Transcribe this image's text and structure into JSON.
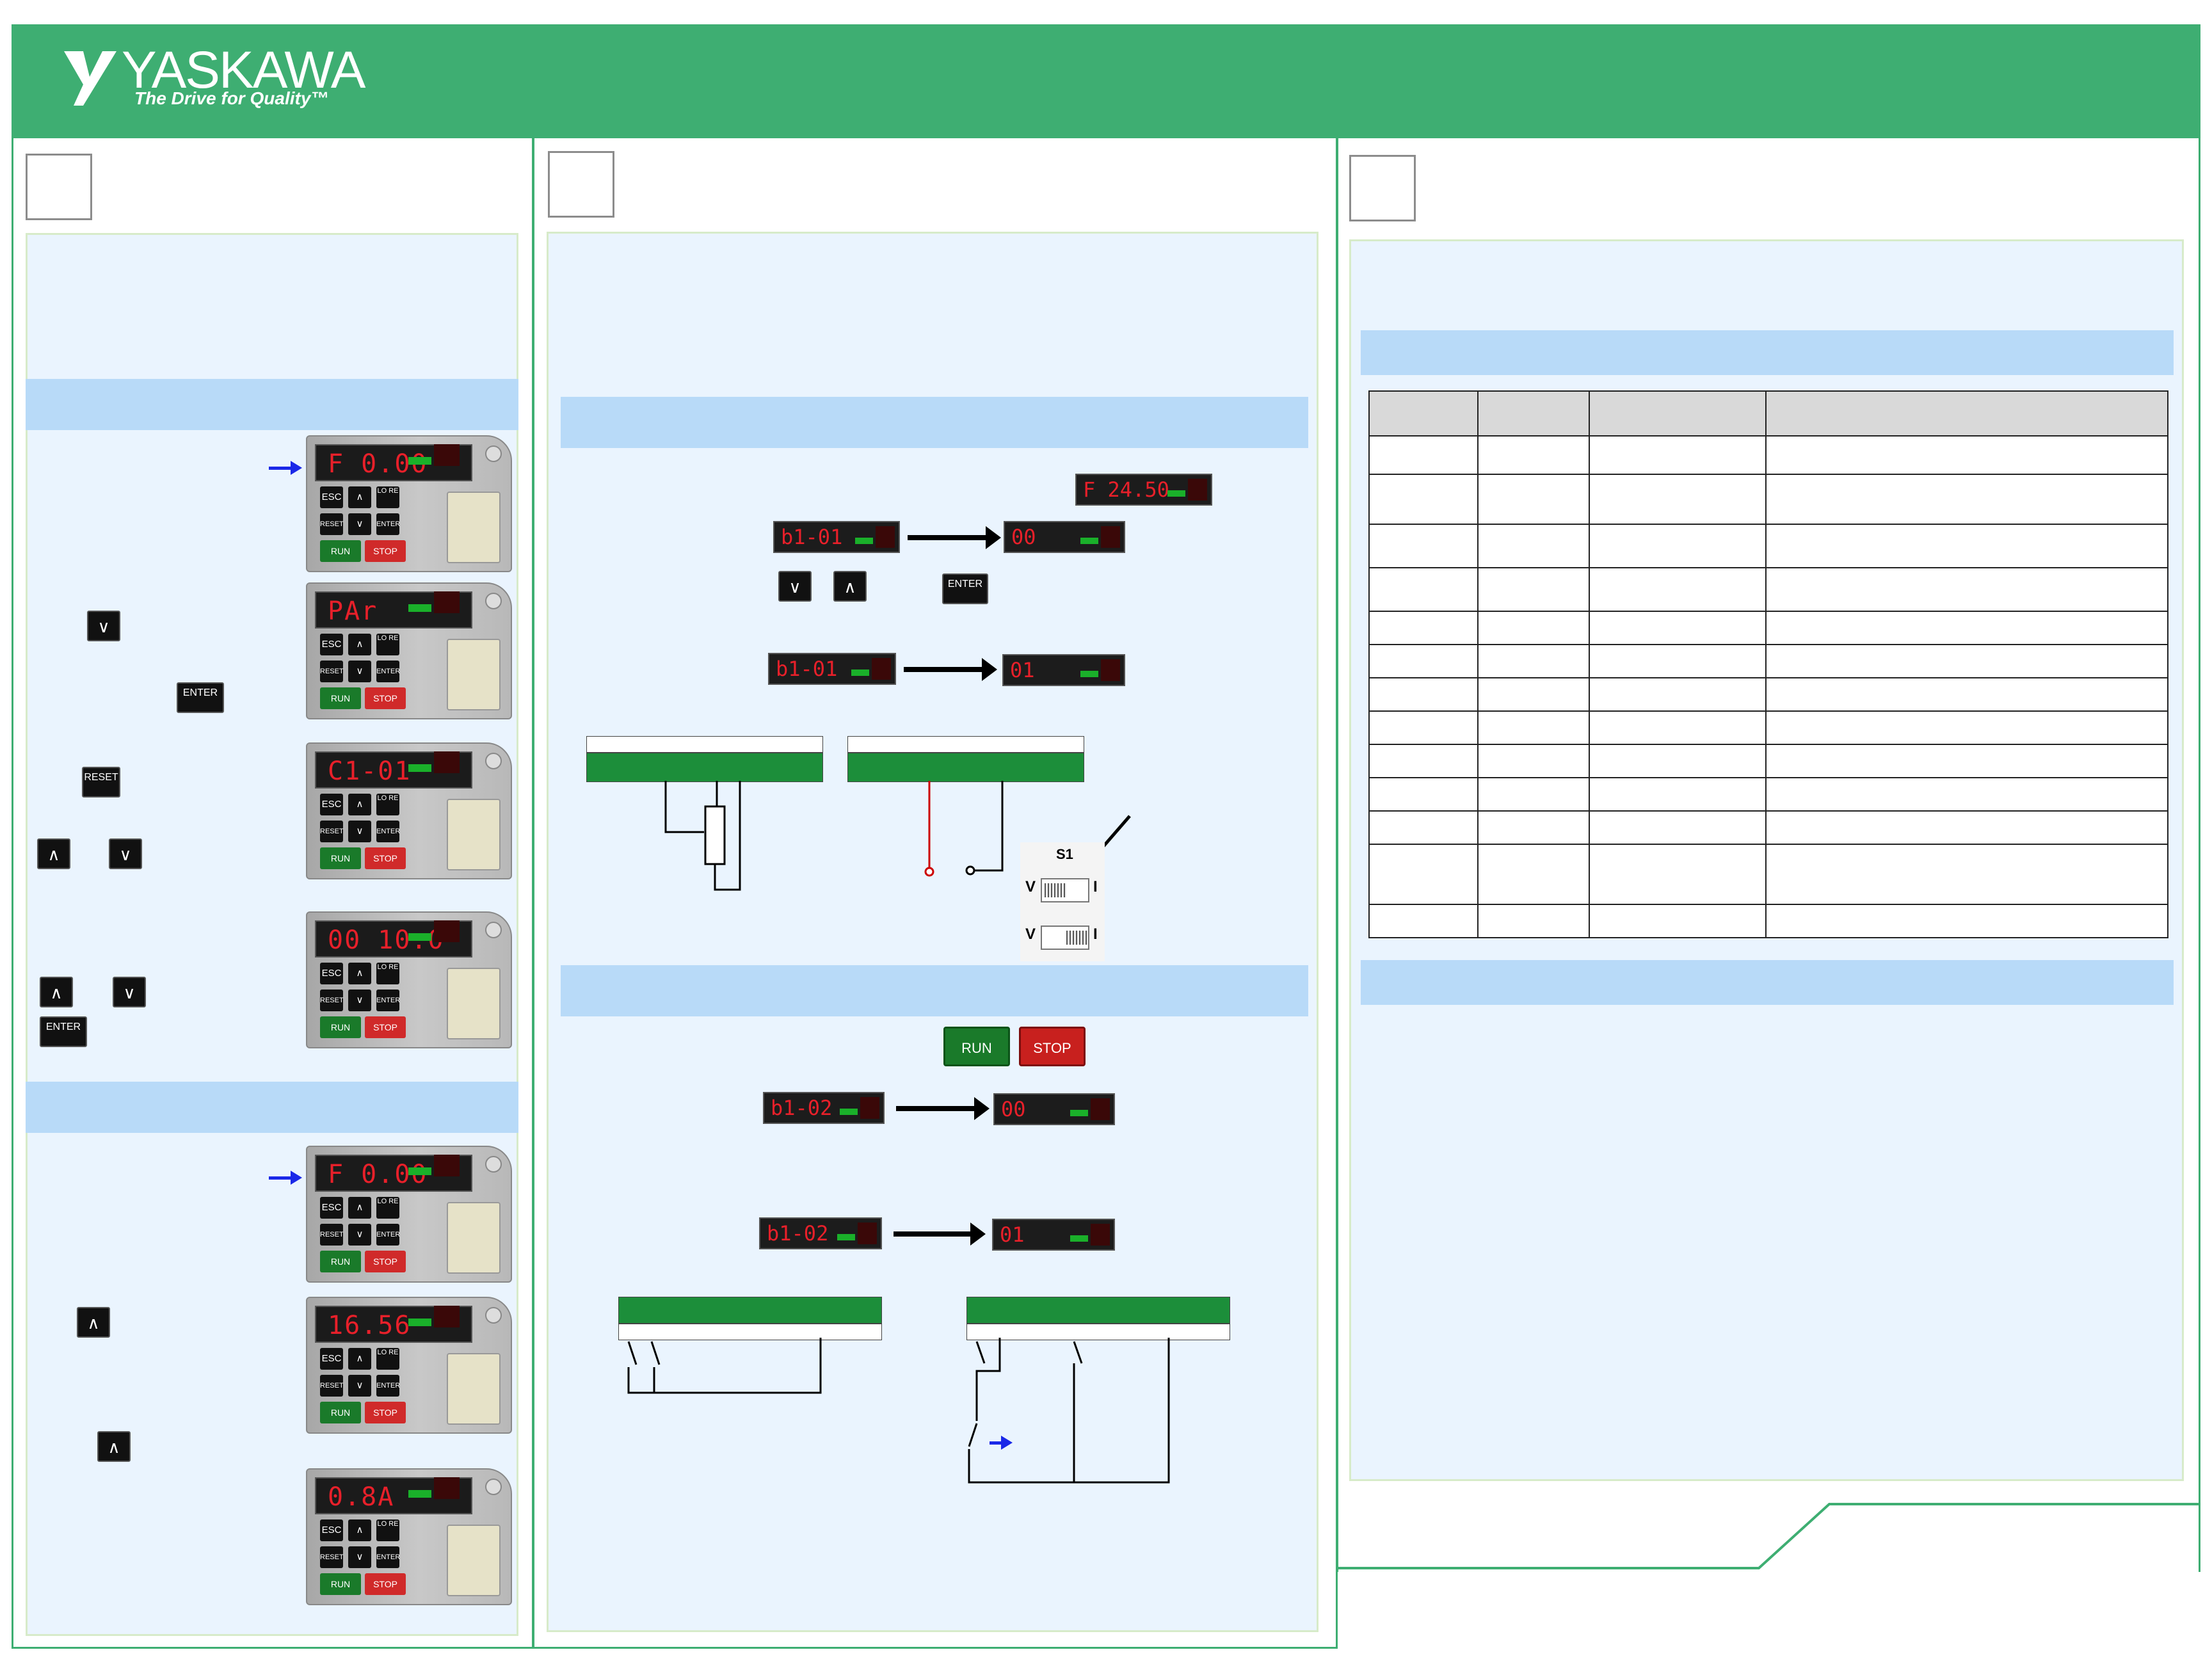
{
  "header": {
    "brand": "YASKAWA",
    "tagline": "The Drive for Quality™"
  },
  "col1": {
    "displays": [
      "F  0.00",
      "  PAr",
      "C1-01",
      "00 10.0",
      "F  0.00",
      " 16.56",
      " 0.8A"
    ],
    "keys": {
      "down": "∨",
      "up": "∧",
      "enter": "ENTER",
      "reset": "RESET"
    }
  },
  "col2": {
    "seg_displays": [
      "F 24.50",
      "b1-01",
      " 00",
      "b1-01",
      " 01",
      "b1-02",
      " 00",
      "b1-02",
      " 01"
    ],
    "switch_label": "S1",
    "switch_v": "V",
    "switch_i": "I",
    "run_label": "RUN",
    "stop_label": "STOP",
    "keys": {
      "down": "∨",
      "up": "∧",
      "enter": "ENTER"
    }
  },
  "drive_keys": {
    "esc": "ESC",
    "lore": "LO RE",
    "reset": "RESET",
    "enter": "ENTER",
    "run": "RUN",
    "stop": "STOP"
  },
  "colors": {
    "brand_green": "#3eae72",
    "panel_bg": "#eaf4fe",
    "band_blue": "#b8daf8",
    "led_red": "#e8202a"
  }
}
